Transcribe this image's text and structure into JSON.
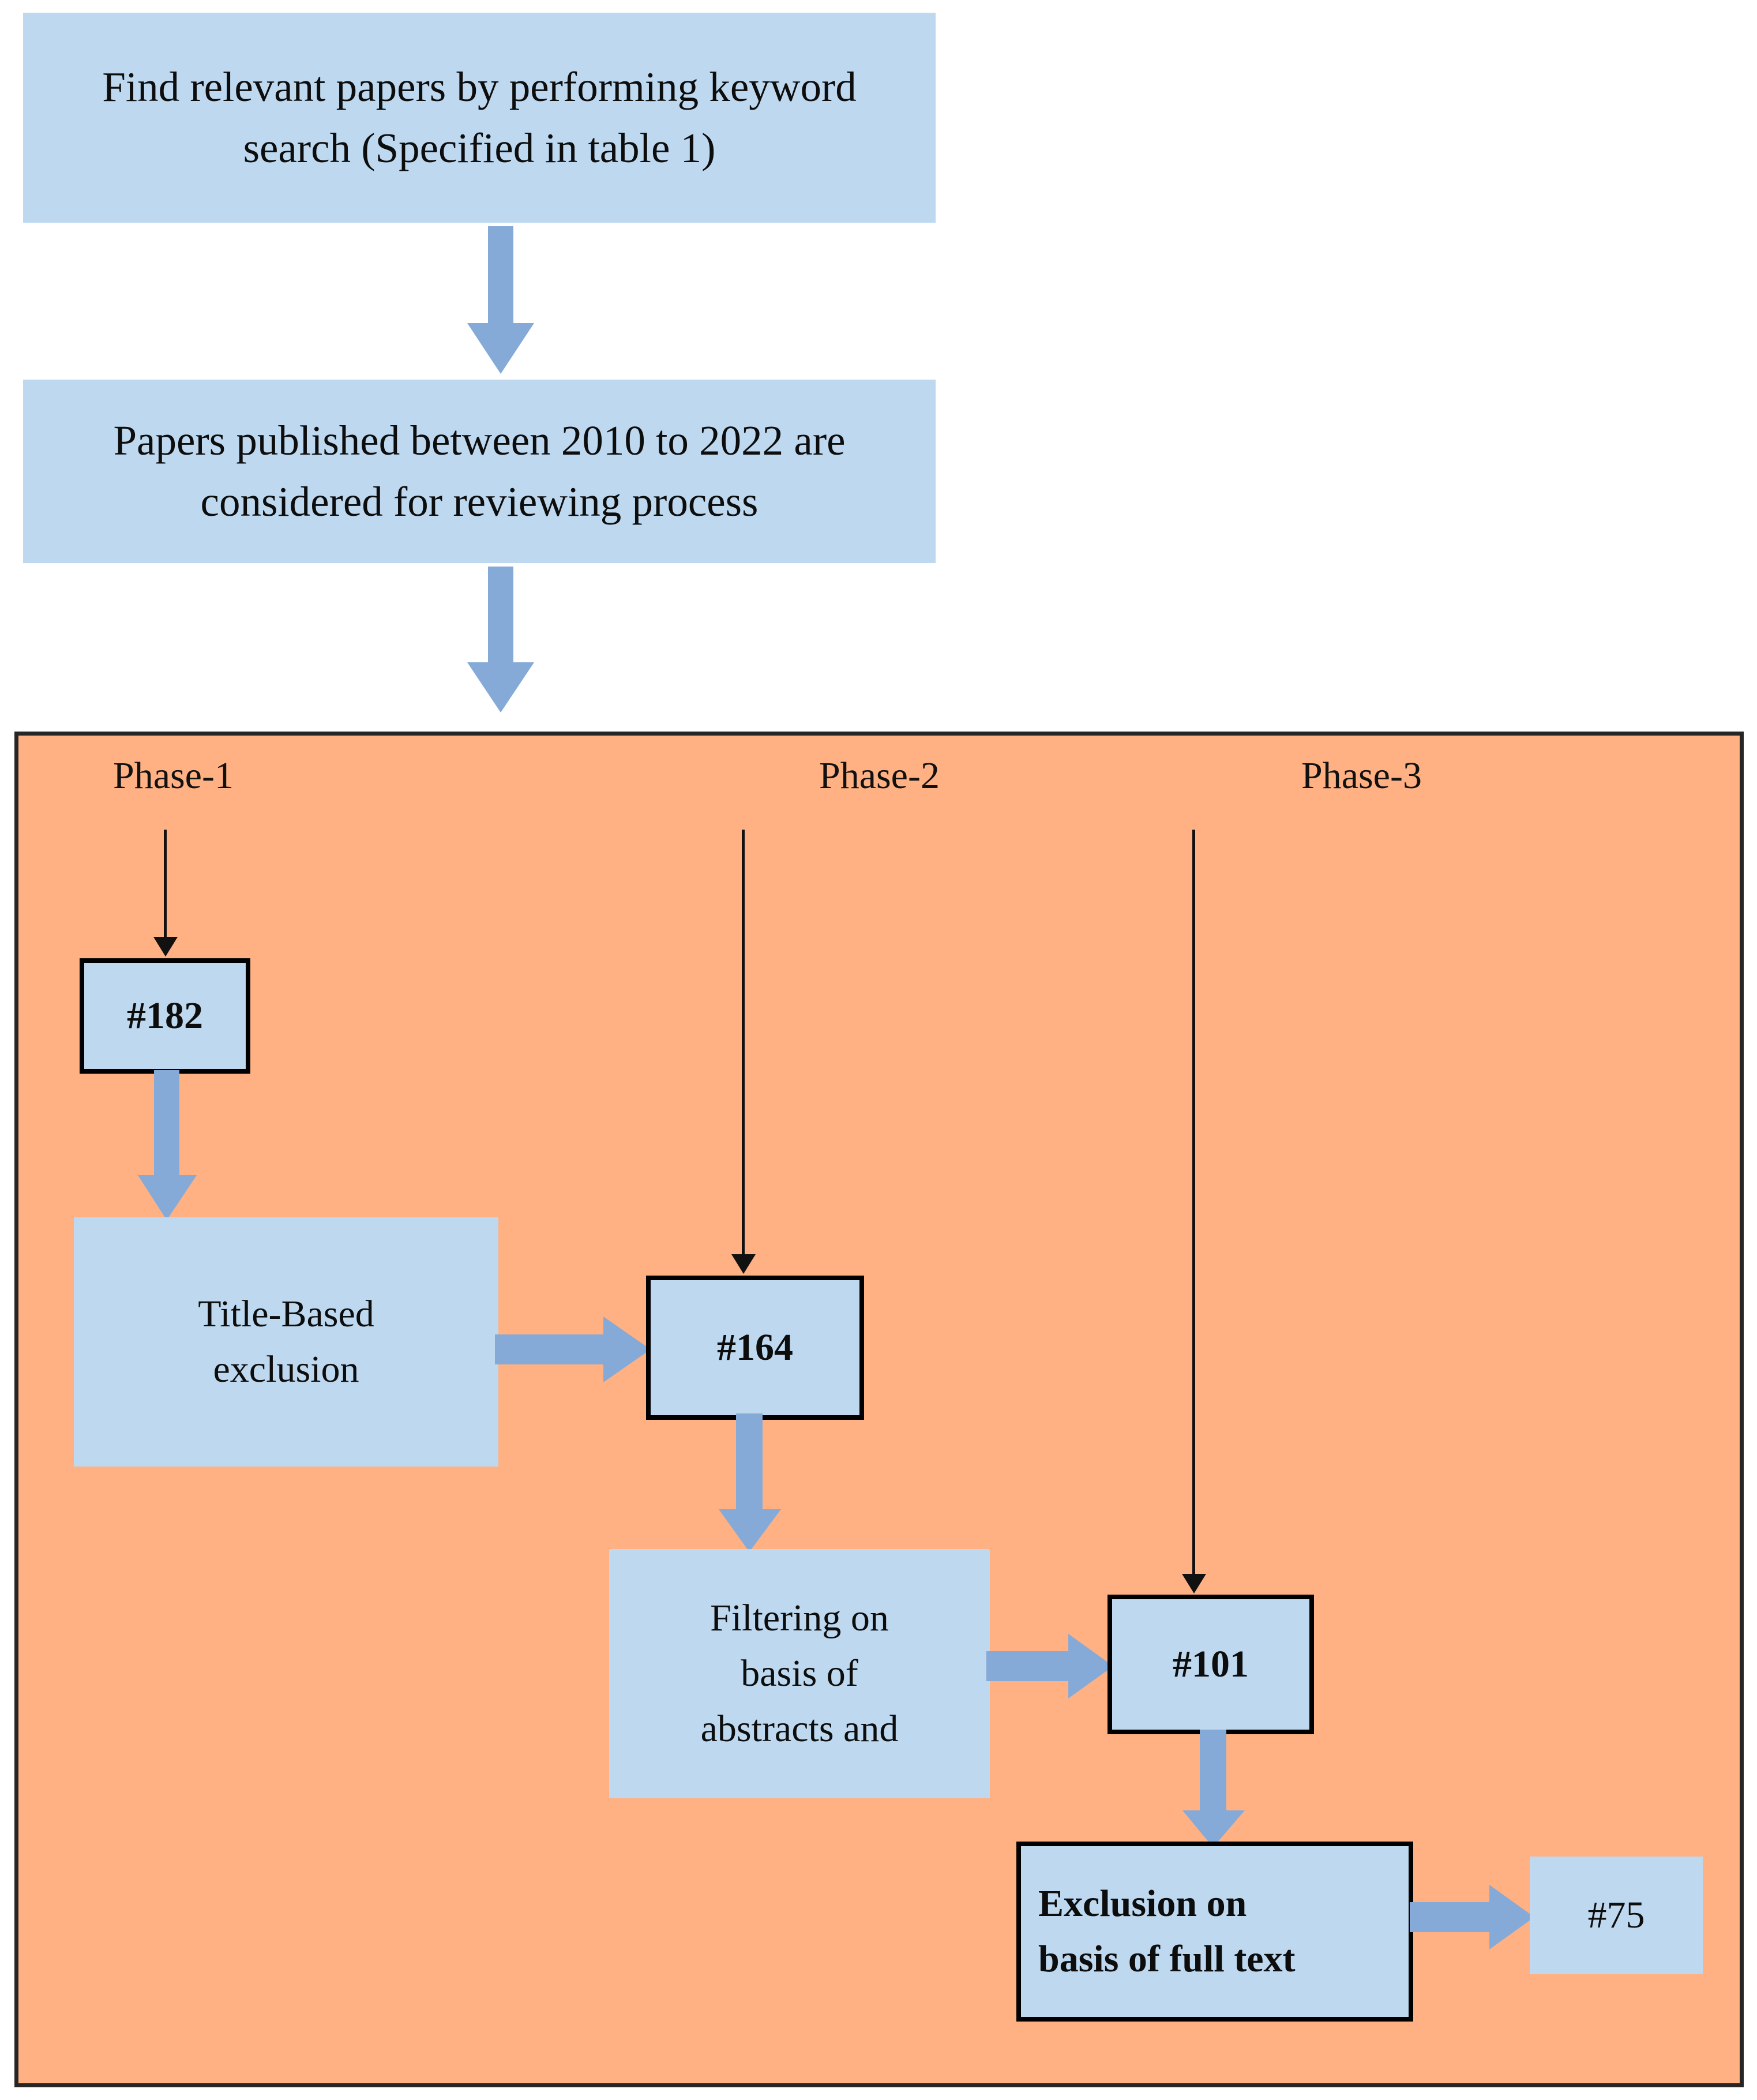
{
  "colors": {
    "node_fill": "#bdd8ef",
    "phase_background": "#ffb183",
    "arrow_blue": "#85aad8",
    "border_black": "#000000",
    "page_background": "#ffffff"
  },
  "flow": {
    "intro_steps": [
      {
        "id": "keyword-search",
        "text": "Find relevant papers by performing keyword search (Specified in table 1)"
      },
      {
        "id": "publication-years",
        "text": "Papers published between 2010 to 2022 are considered for reviewing process"
      }
    ],
    "phases": [
      {
        "id": "phase-1",
        "label": "Phase-1"
      },
      {
        "id": "phase-2",
        "label": "Phase-2"
      },
      {
        "id": "phase-3",
        "label": "Phase-3"
      }
    ],
    "nodes": [
      {
        "id": "count-182",
        "label": "#182",
        "kind": "count",
        "phase": "phase-1"
      },
      {
        "id": "title-exclusion",
        "label": "Title-Based\nexclusion",
        "kind": "action",
        "phase": "phase-1"
      },
      {
        "id": "count-164",
        "label": "#164",
        "kind": "count",
        "phase": "phase-2"
      },
      {
        "id": "abstract-filtering",
        "label": "Filtering on\nbasis of\nabstracts and",
        "kind": "action",
        "phase": "phase-2"
      },
      {
        "id": "count-101",
        "label": "#101",
        "kind": "count",
        "phase": "phase-3"
      },
      {
        "id": "fulltext-exclusion",
        "label": "Exclusion on\nbasis of full text",
        "kind": "action",
        "phase": "phase-3"
      },
      {
        "id": "count-75",
        "label": "#75",
        "kind": "count",
        "phase": "phase-3"
      }
    ],
    "edges": [
      {
        "from": "keyword-search",
        "to": "publication-years",
        "style": "blue-block",
        "direction": "down"
      },
      {
        "from": "publication-years",
        "to": "phase-container",
        "style": "blue-block",
        "direction": "down"
      },
      {
        "from": "phase-1",
        "to": "count-182",
        "style": "thin-line",
        "direction": "down"
      },
      {
        "from": "count-182",
        "to": "title-exclusion",
        "style": "blue-block",
        "direction": "down"
      },
      {
        "from": "title-exclusion",
        "to": "count-164",
        "style": "blue-block",
        "direction": "right"
      },
      {
        "from": "phase-2",
        "to": "count-164",
        "style": "thin-line",
        "direction": "down"
      },
      {
        "from": "count-164",
        "to": "abstract-filtering",
        "style": "blue-block",
        "direction": "down"
      },
      {
        "from": "abstract-filtering",
        "to": "count-101",
        "style": "blue-block",
        "direction": "right"
      },
      {
        "from": "phase-3",
        "to": "count-101",
        "style": "thin-line",
        "direction": "down"
      },
      {
        "from": "count-101",
        "to": "fulltext-exclusion",
        "style": "blue-block",
        "direction": "down"
      },
      {
        "from": "fulltext-exclusion",
        "to": "count-75",
        "style": "blue-block",
        "direction": "right"
      }
    ]
  }
}
